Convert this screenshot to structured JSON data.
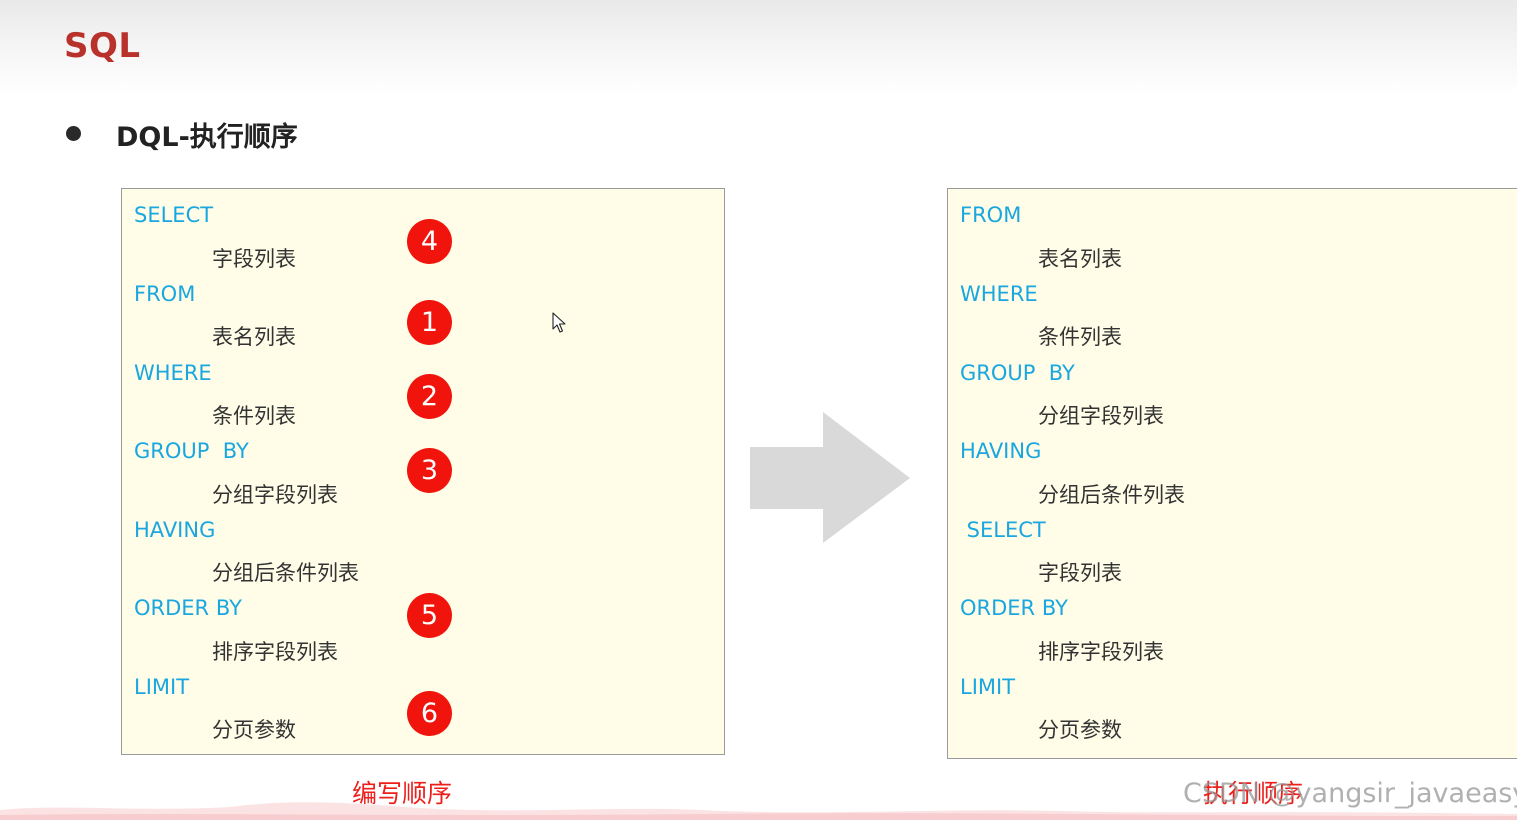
{
  "slide": {
    "title": "SQL",
    "subtitle": "DQL-执行顺序"
  },
  "writing_order": {
    "caption": "编写顺序",
    "clauses": [
      {
        "keyword": "SELECT",
        "item": "字段列表",
        "step": "4"
      },
      {
        "keyword": "FROM",
        "item": "表名列表",
        "step": "1"
      },
      {
        "keyword": "WHERE",
        "item": "条件列表",
        "step": "2"
      },
      {
        "keyword": "GROUP  BY",
        "item": "分组字段列表",
        "step": "3"
      },
      {
        "keyword": "HAVING",
        "item": "分组后条件列表",
        "step": ""
      },
      {
        "keyword": "ORDER BY",
        "item": "排序字段列表",
        "step": "5"
      },
      {
        "keyword": "LIMIT",
        "item": "分页参数",
        "step": "6"
      }
    ]
  },
  "execution_order": {
    "caption": "执行顺序",
    "clauses": [
      {
        "keyword": "FROM",
        "item": "表名列表"
      },
      {
        "keyword": "WHERE",
        "item": "条件列表"
      },
      {
        "keyword": "GROUP  BY",
        "item": "分组字段列表"
      },
      {
        "keyword": "HAVING",
        "item": "分组后条件列表"
      },
      {
        "keyword": " SELECT",
        "item": "字段列表"
      },
      {
        "keyword": "ORDER BY",
        "item": "排序字段列表"
      },
      {
        "keyword": "LIMIT",
        "item": "分页参数"
      }
    ]
  },
  "watermark": "CSDN @yangsir_javaeasy",
  "colors": {
    "title": "#b8322b",
    "keyword": "#1aa6df",
    "badge": "#f0140c",
    "caption": "#ee1f1b",
    "panel_bg": "#fffde8",
    "arrow": "#d9d9d9"
  },
  "icons": {
    "arrow": "right-arrow-icon",
    "cursor": "mouse-cursor-icon"
  }
}
